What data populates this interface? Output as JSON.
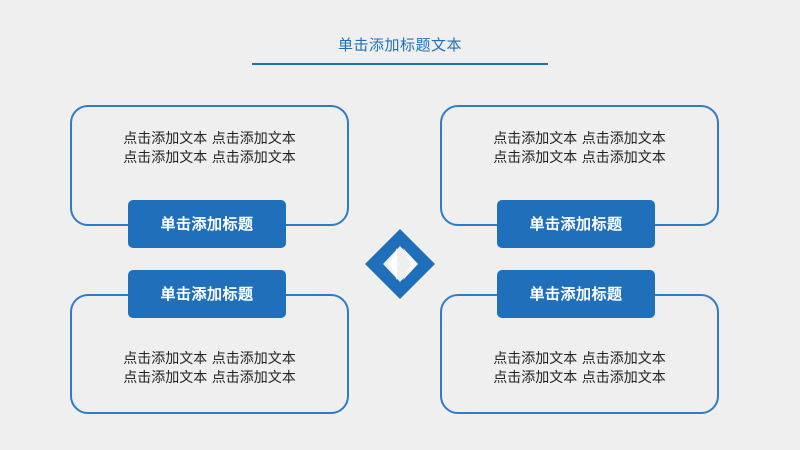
{
  "title": "单击添加标题文本",
  "panels": {
    "top_left": {
      "heading": "单击添加标题",
      "lines": [
        "点击添加文本 点击添加文本",
        "点击添加文本 点击添加文本"
      ]
    },
    "top_right": {
      "heading": "单击添加标题",
      "lines": [
        "点击添加文本 点击添加文本",
        "点击添加文本 点击添加文本"
      ]
    },
    "bottom_left": {
      "heading": "单击添加标题",
      "lines": [
        "点击添加文本 点击添加文本",
        "点击添加文本 点击添加文本"
      ]
    },
    "bottom_right": {
      "heading": "单击添加标题",
      "lines": [
        "点击添加文本 点击添加文本",
        "点击添加文本 点击添加文本"
      ]
    }
  },
  "center_icon": "diamond-chevron-icon",
  "colors": {
    "accent": "#1f6fba",
    "frame": "#2f7bc8",
    "background": "#efeff0",
    "text": "#222222"
  }
}
